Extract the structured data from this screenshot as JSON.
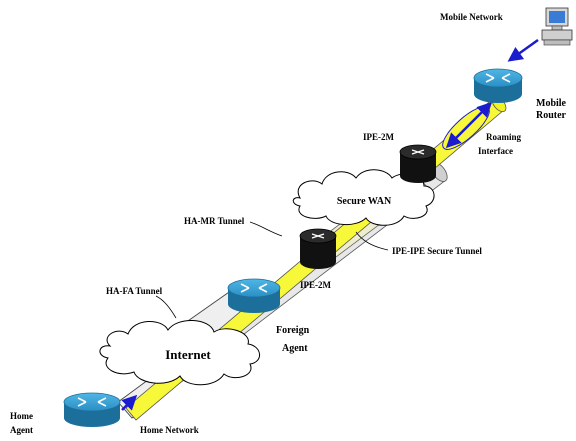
{
  "labels": {
    "mobile_network": "Mobile Network",
    "mobile_router_line1": "Mobile",
    "mobile_router_line2": "Router",
    "roaming_interface_line1": "Roaming",
    "roaming_interface_line2": "Interface",
    "ipe_top": "IPE-2M",
    "secure_wan": "Secure WAN",
    "ha_mr_tunnel": "HA-MR Tunnel",
    "ipe_ipe_tunnel": "IPE-IPE Secure Tunnel",
    "ipe_mid": "IPE-2M",
    "ha_fa_tunnel": "HA-FA Tunnel",
    "foreign_agent_line1": "Foreign",
    "foreign_agent_line2": "Agent",
    "internet": "Internet",
    "home_agent_line1": "Home",
    "home_agent_line2": "Agent",
    "home_network": "Home Network"
  },
  "icons": {
    "router": "router-icon",
    "encryptor": "encryptor-icon",
    "cloud": "cloud-icon",
    "computer": "computer-icon"
  },
  "colors": {
    "router_blue": "#2f9fd3",
    "router_dark": "#1c6f9a",
    "tunnel_yellow": "#f8f83a",
    "arrow_blue": "#1c1ccf",
    "encryptor_black": "#111111"
  }
}
